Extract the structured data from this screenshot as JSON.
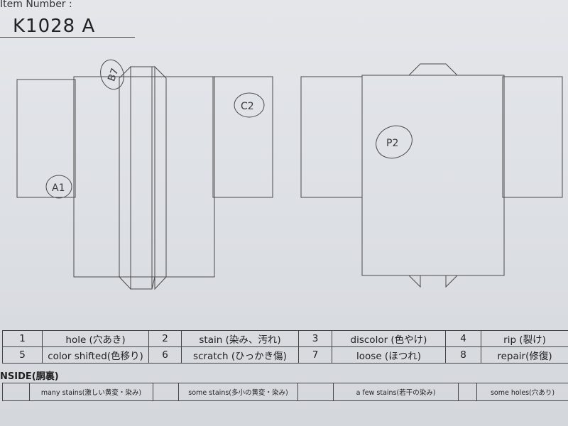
{
  "header": {
    "label": "Item Number :",
    "value": "K1028   A"
  },
  "annotations": {
    "front": [
      "B7",
      "C2",
      "A1"
    ],
    "back": [
      "P2"
    ]
  },
  "defect_legend": [
    [
      {
        "num": "1",
        "label": "hole (穴あき)"
      },
      {
        "num": "2",
        "label": "stain (染み、汚れ)"
      },
      {
        "num": "3",
        "label": "discolor (色やけ)"
      },
      {
        "num": "4",
        "label": "rip (裂け)"
      }
    ],
    [
      {
        "num": "5",
        "label": "color shifted(色移り)"
      },
      {
        "num": "6",
        "label": "scratch (ひっかき傷)"
      },
      {
        "num": "7",
        "label": "loose (ほつれ)"
      },
      {
        "num": "8",
        "label": "repair(修復)"
      }
    ]
  ],
  "inside": {
    "label": "NSIDE(胴裏)",
    "items": [
      "many stains(激しい黄変・染み)",
      "some stains(多小の黄変・染み)",
      "a few stains(若干の染み)",
      "some holes(穴あり)"
    ]
  },
  "colors": {
    "paper": "#dcdfe4",
    "ink": "#1f1f1f"
  }
}
